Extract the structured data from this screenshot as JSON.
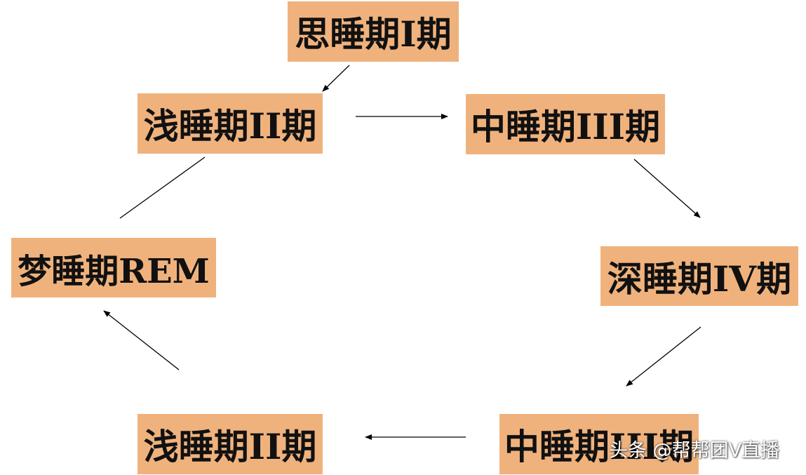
{
  "stages": {
    "stage1": "思睡期I期",
    "stage2": "浅睡期II期",
    "stage3": "中睡期III期",
    "rem": "梦睡期REM",
    "stage4": "深睡期IV期",
    "stage2_return": "浅睡期II期",
    "stage3_return": "中睡期III期"
  },
  "watermark": "头条 @帮帮团V直播",
  "colors": {
    "box_fill": "#f0b27d",
    "text": "#111111",
    "arrow": "#000000"
  }
}
